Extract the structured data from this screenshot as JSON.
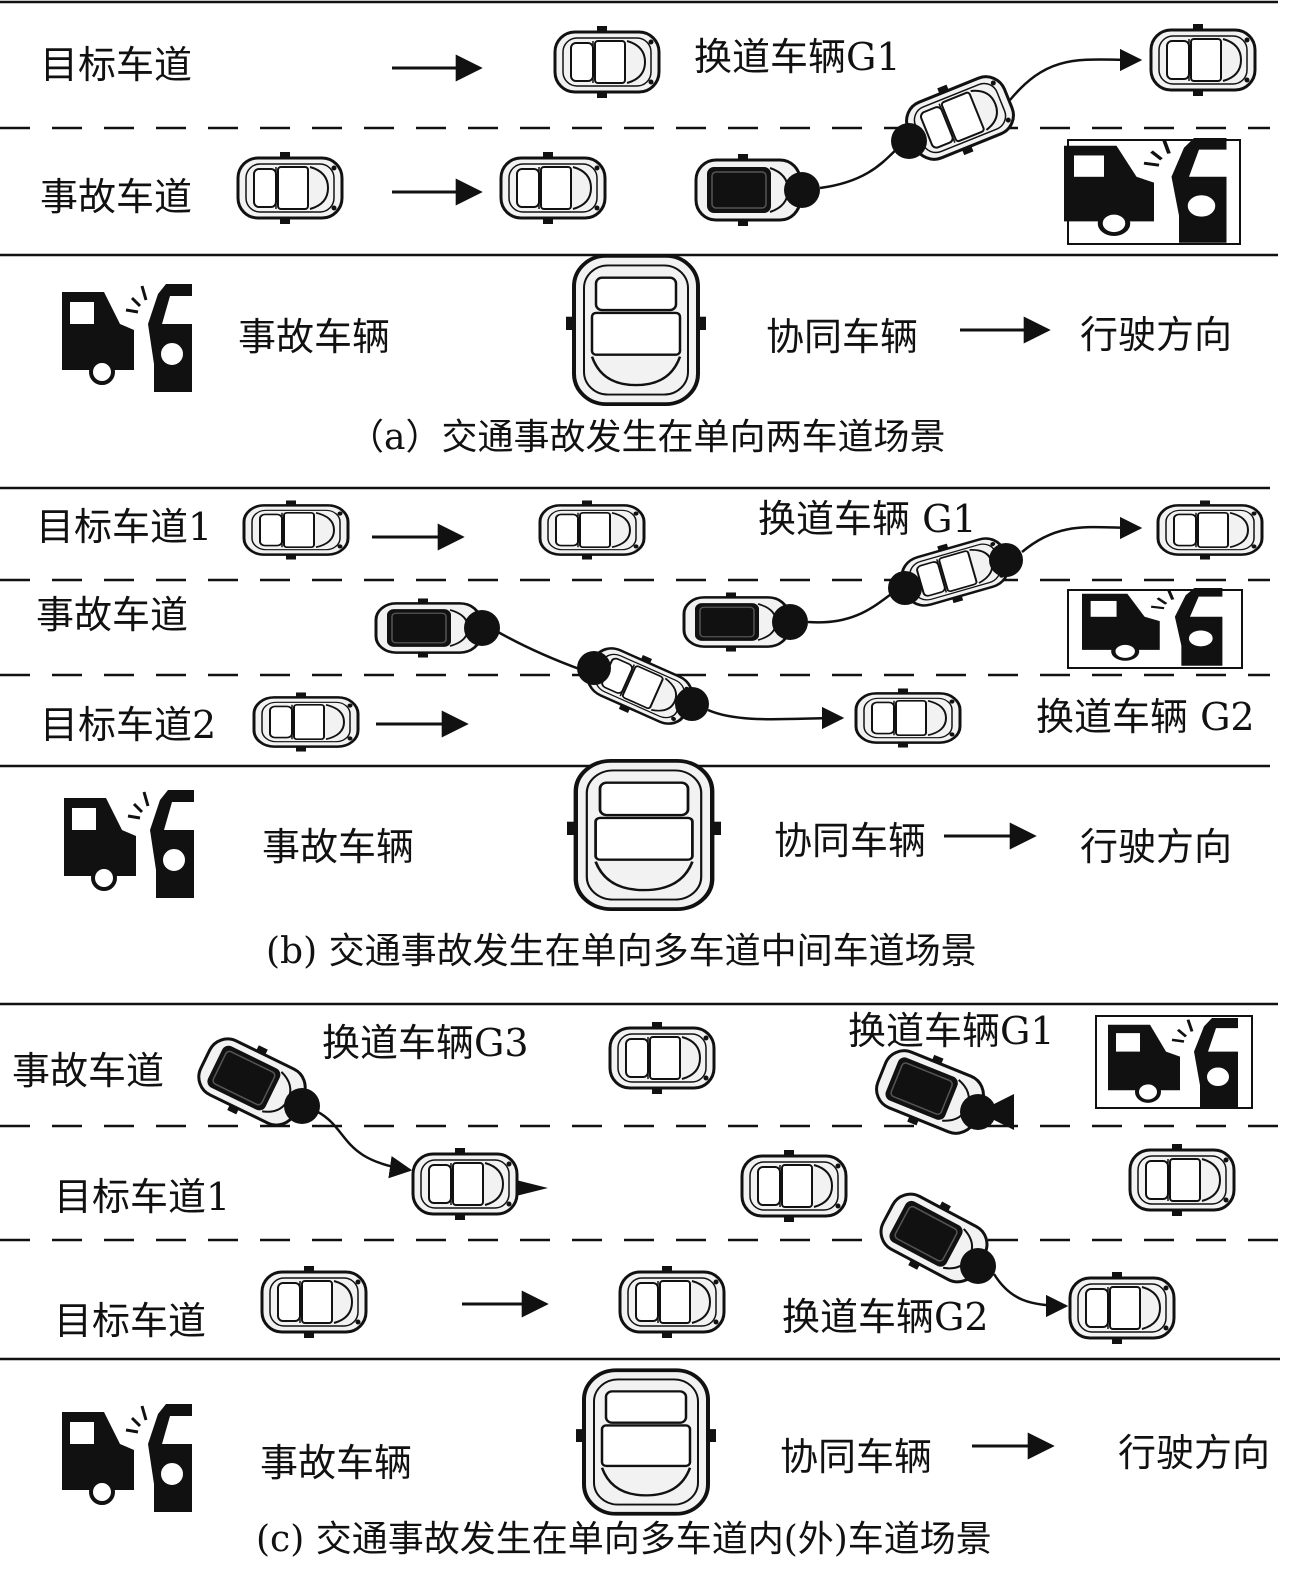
{
  "panel_a": {
    "lane_target": "目标车道",
    "lane_accident": "事故车道",
    "vehicle_g1": "换道车辆G1",
    "legend_accident": "事故车辆",
    "legend_cooperative": "协同车辆",
    "legend_direction": "行驶方向",
    "caption": "（a）交通事故发生在单向两车道场景"
  },
  "panel_b": {
    "lane_target1": "目标车道1",
    "lane_accident": "事故车道",
    "lane_target2": "目标车道2",
    "vehicle_g1": "换道车辆 G1",
    "vehicle_g2": "换道车辆 G2",
    "legend_accident": "事故车辆",
    "legend_cooperative": "协同车辆",
    "legend_direction": "行驶方向",
    "caption": "(b) 交通事故发生在单向多车道中间车道场景"
  },
  "panel_c": {
    "lane_accident": "事故车道",
    "lane_target1": "目标车道1",
    "lane_target": "目标车道",
    "vehicle_g3": "换道车辆G3",
    "vehicle_g1": "换道车辆G1",
    "vehicle_g2": "换道车辆G2",
    "legend_accident": "事故车辆",
    "legend_cooperative": "协同车辆",
    "legend_direction": "行驶方向",
    "caption": "(c) 交通事故发生在单向多车道内(外)车道场景"
  },
  "icons": {
    "car": "top-view-car-icon",
    "accident": "car-collision-icon",
    "arrow": "direction-arrow-icon"
  },
  "colors": {
    "ink": "#111111",
    "car_body": "#f2f2f2",
    "car_dark": "#111111"
  }
}
